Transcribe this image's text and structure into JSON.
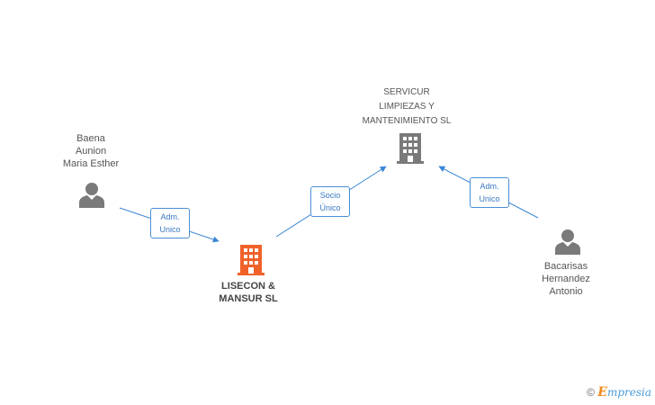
{
  "nodes": {
    "baena": {
      "name_lines": [
        "Baena",
        "Aunion",
        "Maria Esther"
      ],
      "type": "person"
    },
    "lisecon": {
      "name_lines": [
        "LISECON &",
        "MANSUR SL"
      ],
      "type": "company",
      "highlight": true
    },
    "servicur": {
      "name_lines": [
        "SERVICUR",
        "LIMPIEZAS Y",
        "MANTENIMIENTO SL"
      ],
      "type": "company"
    },
    "bacarisas": {
      "name_lines": [
        "Bacarisas",
        "Hernandez",
        "Antonio"
      ],
      "type": "person"
    }
  },
  "edges": {
    "baena_lisecon": {
      "lines": [
        "Adm.",
        "Unico"
      ]
    },
    "lisecon_servicur": {
      "lines": [
        "Socio",
        "Único"
      ]
    },
    "bacarisas_servicur": {
      "lines": [
        "Adm.",
        "Unico"
      ]
    }
  },
  "footer": {
    "copyright_symbol": "©",
    "brand_initial": "E",
    "brand_rest": "mpresia"
  },
  "colors": {
    "edge": "#4a8fd4",
    "person_icon": "#7a7a7a",
    "company_icon": "#7a7a7a",
    "company_highlight": "#f0622a"
  }
}
